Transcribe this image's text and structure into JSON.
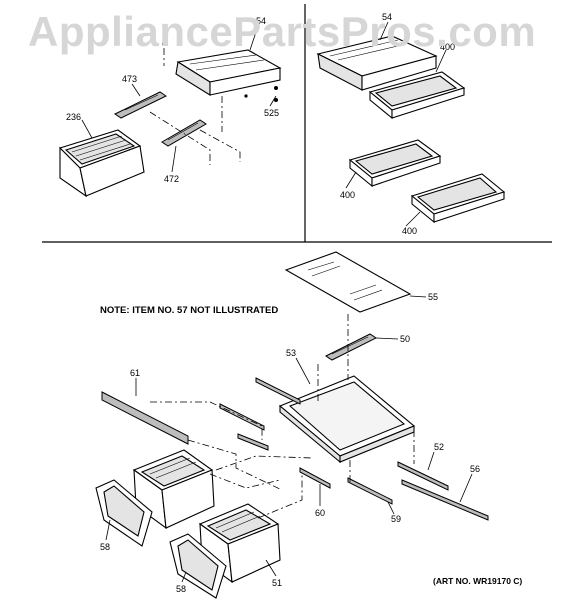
{
  "watermark": "AppliancePartsPros.com",
  "note": "NOTE: ITEM NO. 57 NOT ILLUSTRATED",
  "art_number": "(ART NO. WR19170 C)",
  "callouts": {
    "c54a": "54",
    "c54b": "54",
    "c473": "473",
    "c236": "236",
    "c525": "525",
    "c472": "472",
    "c400a": "400",
    "c400b": "400",
    "c400c": "400",
    "c55": "55",
    "c50": "50",
    "c53": "53",
    "c61": "61",
    "c52": "52",
    "c56": "56",
    "c60": "60",
    "c59": "59",
    "c58a": "58",
    "c58b": "58",
    "c51": "51"
  }
}
